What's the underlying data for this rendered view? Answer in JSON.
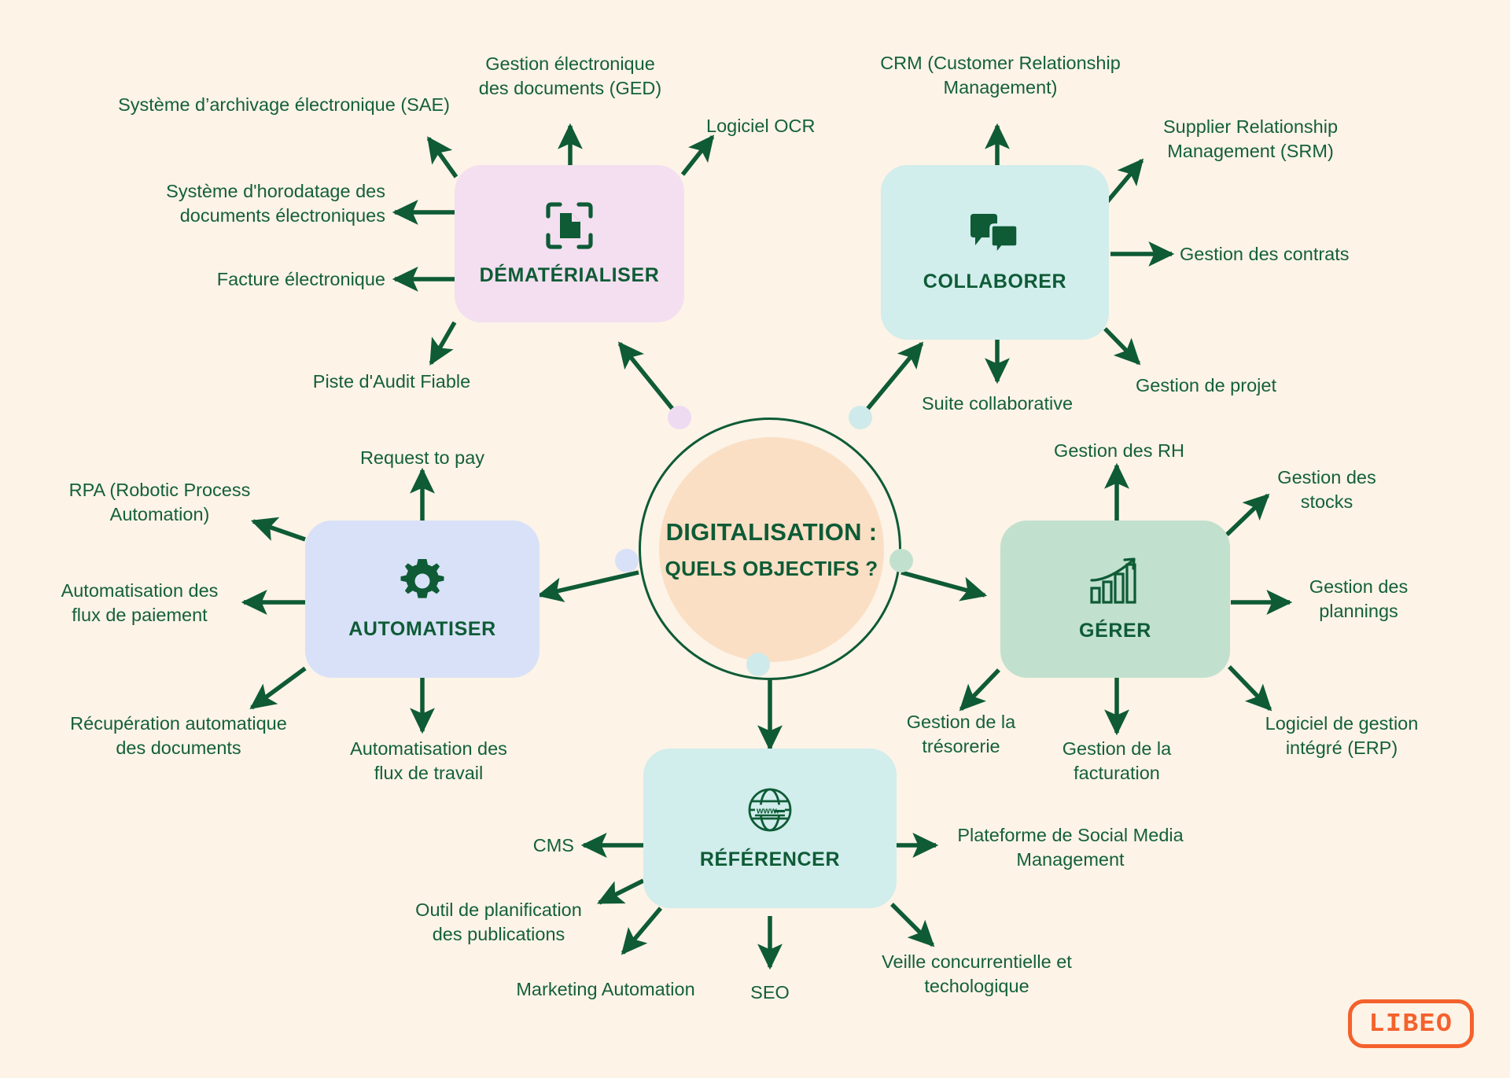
{
  "palette": {
    "background": "#FDF3E7",
    "green_text": "#14603A",
    "dark_green": "#0E5B36",
    "hub_fill": "#FADFC4",
    "dematerialiser_fill": "#F3DFF0",
    "collaborer_fill": "#D1EDEC",
    "automatiser_fill": "#D8E1F7",
    "gerer_fill": "#C2E0CE",
    "referencer_fill": "#D1EDEC",
    "logo_orange": "#F4612C"
  },
  "hub": {
    "title_line1": "DIGITALISATION :",
    "title_line2": "QUELS OBJECTIFS ?"
  },
  "logo": {
    "text": "LIBEO"
  },
  "chart_data": {
    "type": "mindmap",
    "title": "DIGITALISATION : QUELS OBJECTIFS ?",
    "center": "DIGITALISATION : QUELS OBJECTIFS ?",
    "branches": [
      {
        "name": "DÉMATÉRIALISER",
        "icon": "document-scan-icon",
        "color": "#F3DFF0",
        "children": [
          "Système d’archivage électronique (SAE)",
          "Gestion électronique des documents (GED)",
          "Logiciel OCR",
          "Système d'horodatage des documents électroniques",
          "Facture électronique",
          "Piste d'Audit Fiable"
        ]
      },
      {
        "name": "COLLABORER",
        "icon": "chat-bubbles-icon",
        "color": "#D1EDEC",
        "children": [
          "CRM (Customer Relationship Management)",
          "Supplier Relationship Management (SRM)",
          "Gestion des contrats",
          "Gestion de projet",
          "Suite collaborative"
        ]
      },
      {
        "name": "AUTOMATISER",
        "icon": "gear-icon",
        "color": "#D8E1F7",
        "children": [
          "Request to pay",
          "RPA (Robotic Process Automation)",
          "Automatisation des flux de paiement",
          "Récupération automatique des documents",
          "Automatisation des flux de travail"
        ]
      },
      {
        "name": "GÉRER",
        "icon": "growth-chart-icon",
        "color": "#C2E0CE",
        "children": [
          "Gestion des RH",
          "Gestion des stocks",
          "Gestion des plannings",
          "Logiciel de gestion intégré (ERP)",
          "Gestion de la facturation",
          "Gestion de la trésorerie"
        ]
      },
      {
        "name": "RÉFÉRENCER",
        "icon": "globe-www-icon",
        "color": "#D1EDEC",
        "children": [
          "CMS",
          "Plateforme de Social Media Management",
          "Veille concurrentielle et techologique",
          "SEO",
          "Marketing Automation",
          "Outil de planification des publications"
        ]
      }
    ]
  },
  "nodes": {
    "dematerialiser": {
      "label": "DÉMATÉRIALISER"
    },
    "collaborer": {
      "label": "COLLABORER"
    },
    "automatiser": {
      "label": "AUTOMATISER"
    },
    "gerer": {
      "label": "GÉRER"
    },
    "referencer": {
      "label": "RÉFÉRENCER"
    }
  },
  "leaves": {
    "sae": "Système d’archivage électronique (SAE)",
    "ged_l1": "Gestion électronique",
    "ged_l2": "des documents (GED)",
    "ocr": "Logiciel OCR",
    "horodatage_l1": "Système d'horodatage des",
    "horodatage_l2": "documents électroniques",
    "facture": "Facture électronique",
    "piste": "Piste d'Audit Fiable",
    "crm_l1": "CRM (Customer Relationship",
    "crm_l2": "Management)",
    "srm_l1": "Supplier Relationship",
    "srm_l2": "Management (SRM)",
    "contrats": "Gestion des contrats",
    "projet": "Gestion de projet",
    "suite": "Suite collaborative",
    "request": "Request to pay",
    "rpa_l1": "RPA (Robotic Process",
    "rpa_l2": "Automation)",
    "flux_paiement_l1": "Automatisation des",
    "flux_paiement_l2": "flux de paiement",
    "recup_l1": "Récupération automatique",
    "recup_l2": "des documents",
    "flux_travail_l1": "Automatisation des",
    "flux_travail_l2": "flux de travail",
    "rh": "Gestion des RH",
    "stocks_l1": "Gestion des",
    "stocks_l2": "stocks",
    "plannings_l1": "Gestion des",
    "plannings_l2": "plannings",
    "erp_l1": "Logiciel de gestion",
    "erp_l2": "intégré (ERP)",
    "facturation_l1": "Gestion de la",
    "facturation_l2": "facturation",
    "tresorerie_l1": "Gestion de la",
    "tresorerie_l2": "trésorerie",
    "cms": "CMS",
    "smm_l1": "Plateforme de Social Media",
    "smm_l2": "Management",
    "veille_l1": "Veille concurrentielle et",
    "veille_l2": "techologique",
    "seo": "SEO",
    "marketing": "Marketing Automation",
    "planif_l1": "Outil de planification",
    "planif_l2": "des publications"
  }
}
